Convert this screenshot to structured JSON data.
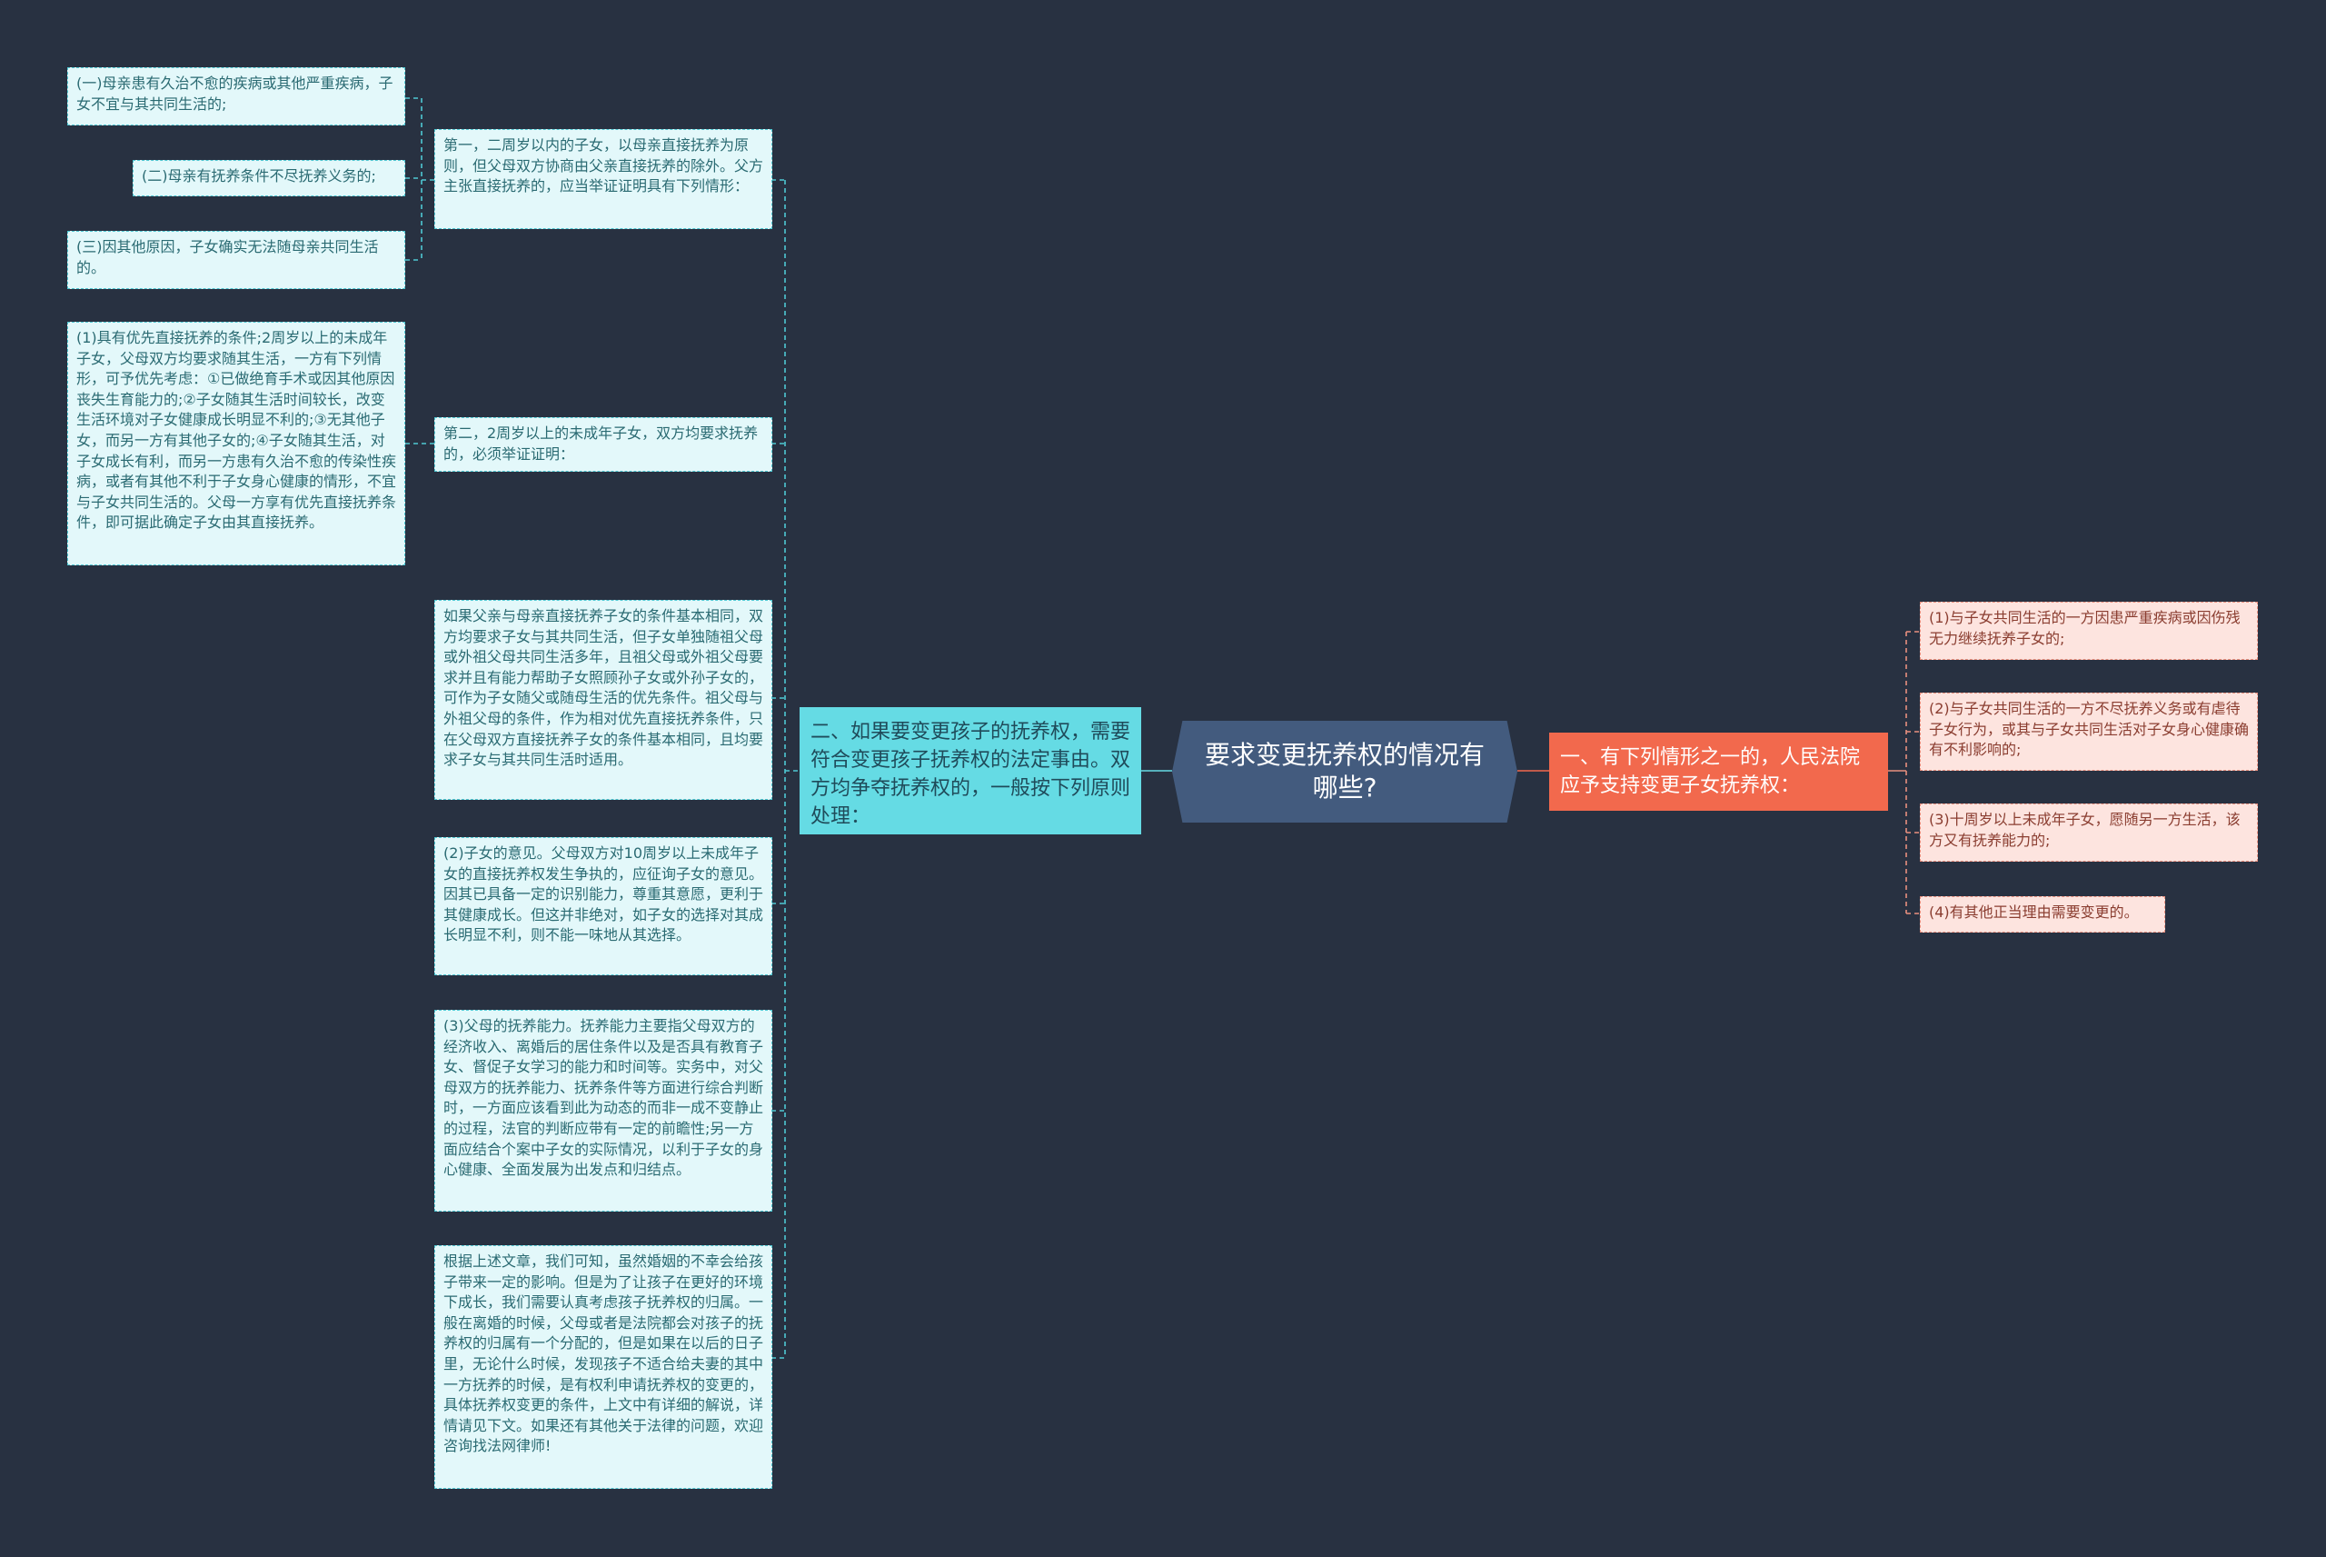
{
  "center": {
    "title": "要求变更抚养权的情况有哪些?"
  },
  "right_branch": {
    "label": "一、有下列情形之一的，人民法院应予支持变更子女抚养权：",
    "items": [
      "(1)与子女共同生活的一方因患严重疾病或因伤残无力继续抚养子女的;",
      "(2)与子女共同生活的一方不尽抚养义务或有虐待子女行为，或其与子女共同生活对子女身心健康确有不利影响的;",
      "(3)十周岁以上未成年子女，愿随另一方生活，该方又有抚养能力的;",
      "(4)有其他正当理由需要变更的。"
    ]
  },
  "left_branch": {
    "label": "二、如果要变更孩子的抚养权，需要符合变更孩子抚养权的法定事由。双方均争夺抚养权的，一般按下列原则处理：",
    "items": [
      {
        "text": "第一，二周岁以内的子女，以母亲直接抚养为原则，但父母双方协商由父亲直接抚养的除外。父方主张直接抚养的，应当举证证明具有下列情形：",
        "children": [
          "(一)母亲患有久治不愈的疾病或其他严重疾病，子女不宜与其共同生活的;",
          "(二)母亲有抚养条件不尽抚养义务的;",
          "(三)因其他原因，子女确实无法随母亲共同生活的。"
        ]
      },
      {
        "text": "第二，2周岁以上的未成年子女，双方均要求抚养的，必须举证证明：",
        "children": [
          "(1)具有优先直接抚养的条件;2周岁以上的未成年子女，父母双方均要求随其生活，一方有下列情形，可予优先考虑：①已做绝育手术或因其他原因丧失生育能力的;②子女随其生活时间较长，改变生活环境对子女健康成长明显不利的;③无其他子女，而另一方有其他子女的;④子女随其生活，对子女成长有利，而另一方患有久治不愈的传染性疾病，或者有其他不利于子女身心健康的情形，不宜与子女共同生活的。父母一方享有优先直接抚养条件，即可据此确定子女由其直接抚养。"
        ]
      },
      {
        "text": "如果父亲与母亲直接抚养子女的条件基本相同，双方均要求子女与其共同生活，但子女单独随祖父母或外祖父母共同生活多年，且祖父母或外祖父母要求并且有能力帮助子女照顾孙子女或外孙子女的，可作为子女随父或随母生活的优先条件。祖父母与外祖父母的条件，作为相对优先直接抚养条件，只在父母双方直接抚养子女的条件基本相同，且均要求子女与其共同生活时适用。",
        "children": []
      },
      {
        "text": "(2)子女的意见。父母双方对10周岁以上未成年子女的直接抚养权发生争执的，应征询子女的意见。因其已具备一定的识别能力，尊重其意愿，更利于其健康成长。但这并非绝对，如子女的选择对其成长明显不利，则不能一味地从其选择。",
        "children": []
      },
      {
        "text": "(3)父母的抚养能力。抚养能力主要指父母双方的经济收入、离婚后的居住条件以及是否具有教育子女、督促子女学习的能力和时间等。实务中，对父母双方的抚养能力、抚养条件等方面进行综合判断时，一方面应该看到此为动态的而非一成不变静止的过程，法官的判断应带有一定的前瞻性;另一方面应结合个案中子女的实际情况，以利于子女的身心健康、全面发展为出发点和归结点。",
        "children": []
      },
      {
        "text": "根据上述文章，我们可知，虽然婚姻的不幸会给孩子带来一定的影响。但是为了让孩子在更好的环境下成长，我们需要认真考虑孩子抚养权的归属。一般在离婚的时候，父母或者是法院都会对孩子的抚养权的归属有一个分配的，但是如果在以后的日子里，无论什么时候，发现孩子不适合给夫妻的其中一方抚养的时候，是有权利申请抚养权的变更的，具体抚养权变更的条件，上文中有详细的解说，详情请见下文。如果还有其他关于法律的问题，欢迎咨询找法网律师!",
        "children": []
      }
    ]
  },
  "colors": {
    "background": "#283141",
    "center": "#435b7e",
    "left_main": "#65dbe4",
    "right_main": "#f2694d",
    "left_leaf_fill": "#e3f8fa",
    "left_leaf_border": "#4fc8d3",
    "right_leaf_fill": "#fde4df",
    "right_leaf_border": "#e9907f"
  }
}
